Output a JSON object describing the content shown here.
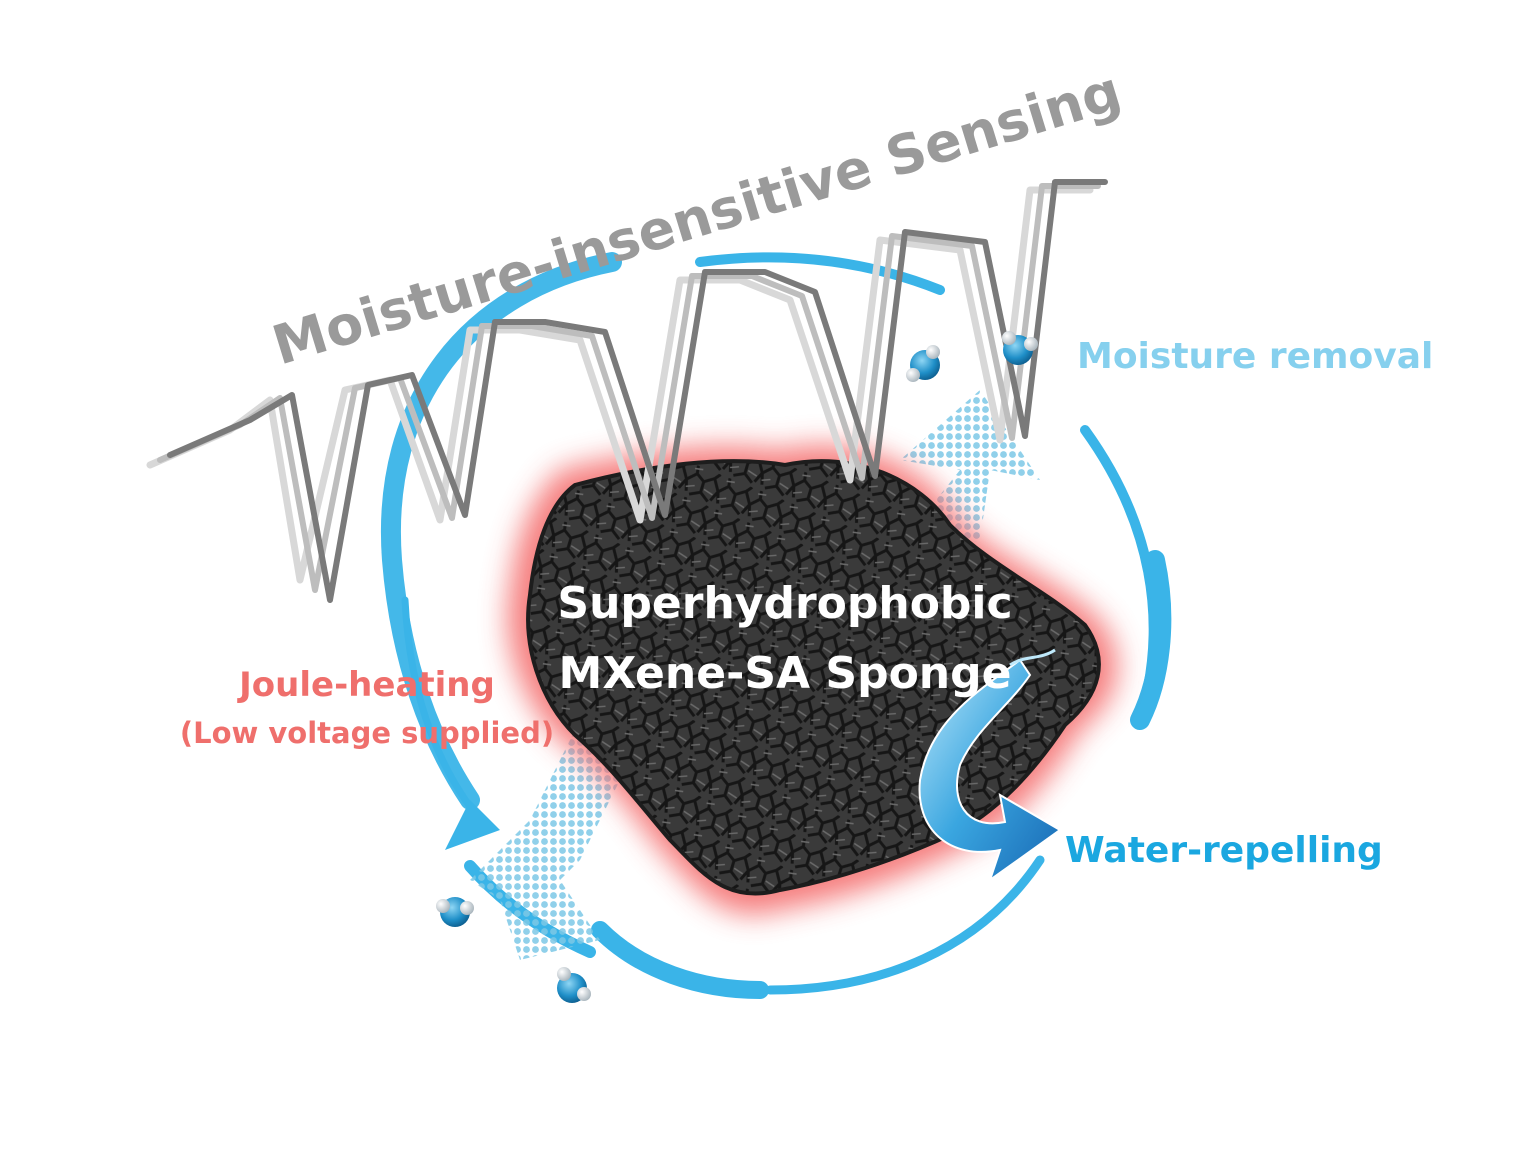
{
  "labels": {
    "sensing": "Moisture-insensitive Sensing",
    "moisture_removal": "Moisture removal",
    "water_repelling": "Water-repelling",
    "joule_heating": "Joule-heating",
    "low_voltage": "(Low voltage supplied)",
    "sponge_line1": "Superhydrophobic",
    "sponge_line2": "MXene-SA Sponge"
  },
  "colors": {
    "cycle_blue": "#3ab4e8",
    "arrow_dots_blue": "#7cc8e6",
    "glow_red": "#f47070",
    "sponge_dark": "#2b2b2b",
    "signal_gray": "#7a7a7a",
    "water_molecule_blue": "#1f8fc8",
    "water_molecule_white": "#e8eef2"
  },
  "icons": {
    "water_molecule": "water-molecule-icon",
    "signal_wave": "sensing-signal-waveform",
    "cycle_arrow": "cycle-arrow-icon",
    "splash_arrow": "water-splash-arrow-icon"
  }
}
